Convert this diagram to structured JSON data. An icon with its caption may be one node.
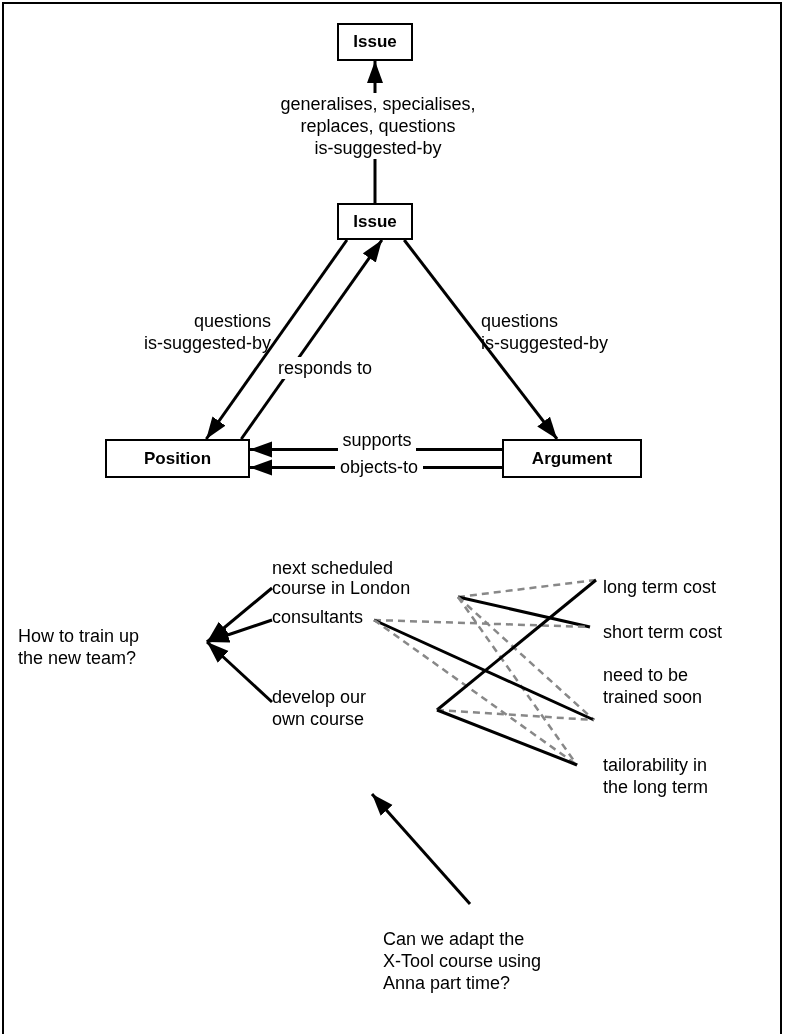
{
  "diagram": {
    "nodes": [
      {
        "text": [
          "Issue"
        ]
      },
      {
        "text": [
          "Issue"
        ]
      },
      {
        "text": [
          "Position"
        ]
      },
      {
        "text": [
          "Argument"
        ]
      },
      {
        "text": [
          "How to train up the new team?"
        ]
      },
      {
        "text": [
          "next scheduled course in London"
        ]
      },
      {
        "text": [
          "consultants"
        ]
      },
      {
        "text": [
          "develop our own course"
        ]
      },
      {
        "text": [
          "long term cost"
        ]
      },
      {
        "text": [
          "short term cost"
        ]
      },
      {
        "text": [
          "need to be trained soon"
        ]
      },
      {
        "text": [
          "tailorability in the long term"
        ]
      },
      {
        "text": [
          "Can we adapt the X-Tool course using Anna part time?"
        ]
      }
    ],
    "edges": [
      {
        "from": 1,
        "to": 0,
        "arrow": "to",
        "label": "generalises, specialises, replaces, questions is-suggested-by"
      },
      {
        "from": 1,
        "to": 2,
        "arrow": "to",
        "label": "questions is-suggested-by"
      },
      {
        "from": 2,
        "to": 1,
        "arrow": "to",
        "label": "responds to"
      },
      {
        "from": 1,
        "to": 3,
        "arrow": "to",
        "label": "questions is-suggested-by"
      },
      {
        "from": 3,
        "to": 2,
        "arrow": "to",
        "label": "supports"
      },
      {
        "from": 3,
        "to": 2,
        "arrow": "to",
        "label": "objects-to"
      },
      {
        "from": 5,
        "to": 4,
        "arrow": "to"
      },
      {
        "from": 6,
        "to": 4,
        "arrow": "to"
      },
      {
        "from": 7,
        "to": 4,
        "arrow": "to"
      },
      {
        "from": 12,
        "to": 7,
        "arrow": "to"
      },
      {
        "from": 5,
        "to": 8,
        "arrow": "none",
        "style": "dashed",
        "color": "#888888"
      },
      {
        "from": 5,
        "to": 9,
        "arrow": "none"
      },
      {
        "from": 5,
        "to": 10,
        "arrow": "none",
        "style": "dashed",
        "color": "#888888"
      },
      {
        "from": 5,
        "to": 11,
        "arrow": "none",
        "style": "dashed",
        "color": "#888888"
      },
      {
        "from": 6,
        "to": 9,
        "arrow": "none",
        "style": "dashed",
        "color": "#888888"
      },
      {
        "from": 6,
        "to": 10,
        "arrow": "none"
      },
      {
        "from": 6,
        "to": 11,
        "arrow": "none",
        "style": "dashed",
        "color": "#888888"
      },
      {
        "from": 7,
        "to": 8,
        "arrow": "none"
      },
      {
        "from": 7,
        "to": 10,
        "arrow": "none",
        "style": "dashed",
        "color": "#888888"
      },
      {
        "from": 7,
        "to": 11,
        "arrow": "none"
      }
    ]
  }
}
